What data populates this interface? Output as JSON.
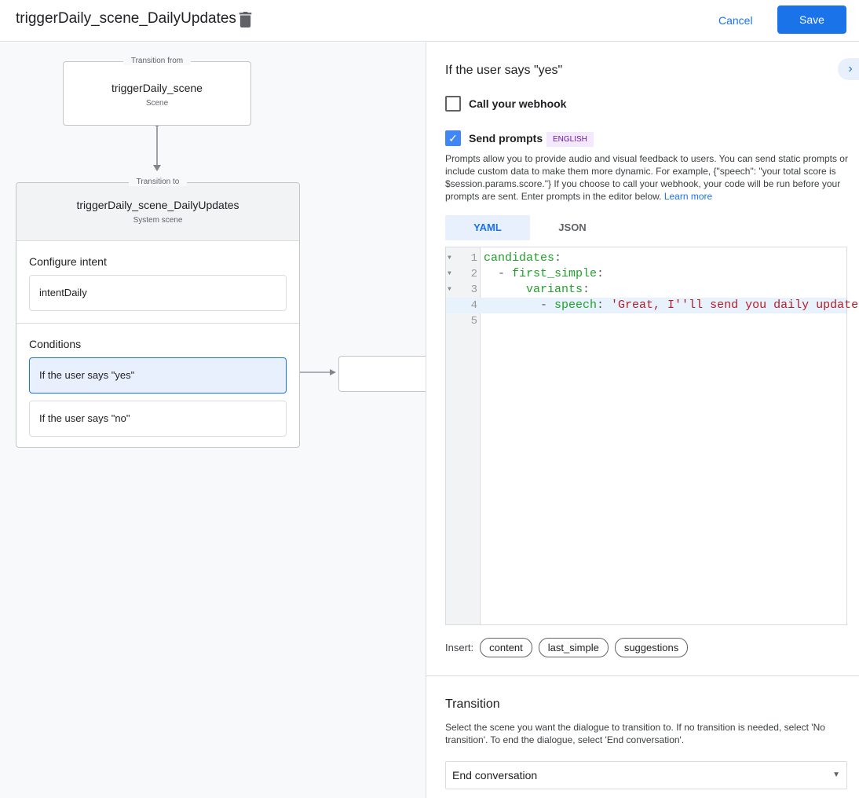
{
  "header": {
    "title": "triggerDaily_scene_DailyUpdates",
    "cancel_label": "Cancel",
    "save_label": "Save",
    "accent": "#1a73e8"
  },
  "canvas": {
    "from": {
      "legend": "Transition from",
      "name": "triggerDaily_scene",
      "type": "Scene"
    },
    "to": {
      "legend": "Transition to",
      "name": "triggerDaily_scene_DailyUpdates",
      "type": "System scene",
      "configure_intent_label": "Configure intent",
      "intent": "intentDaily",
      "conditions_label": "Conditions",
      "conditions": [
        "If the user says \"yes\"",
        "If the user says \"no\""
      ]
    }
  },
  "panel": {
    "title": "If the user says \"yes\"",
    "webhook_label": "Call your webhook",
    "webhook_checked": false,
    "prompts_label": "Send prompts",
    "prompts_checked": true,
    "language_badge": "ENGLISH",
    "description": "Prompts allow you to provide audio and visual feedback to users. You can send static prompts or include custom data to make them more dynamic. For example, {\"speech\": \"your total score is $session.params.score.\"} If you choose to call your webhook, your code will be run before your prompts are sent. Enter prompts in the editor below. ",
    "learn_more": "Learn more",
    "tabs": [
      "YAML",
      "JSON"
    ],
    "active_tab": "YAML",
    "code_lines": [
      {
        "n": "1",
        "indent": "",
        "key": "candidates",
        "rest": ":",
        "str": ""
      },
      {
        "n": "2",
        "indent": "  - ",
        "key": "first_simple",
        "rest": ":",
        "str": ""
      },
      {
        "n": "3",
        "indent": "      ",
        "key": "variants",
        "rest": ":",
        "str": ""
      },
      {
        "n": "4",
        "indent": "        - ",
        "key": "speech",
        "rest": ": ",
        "str": "'Great, I''ll send you daily updates."
      },
      {
        "n": "5",
        "indent": "",
        "key": "",
        "rest": "",
        "str": ""
      }
    ],
    "insert_label": "Insert:",
    "insert_chips": [
      "content",
      "last_simple",
      "suggestions"
    ],
    "transition_title": "Transition",
    "transition_desc": "Select the scene you want the dialogue to transition to. If no transition is needed, select 'No transition'. To end the dialogue, select 'End conversation'.",
    "transition_value": "End conversation"
  }
}
